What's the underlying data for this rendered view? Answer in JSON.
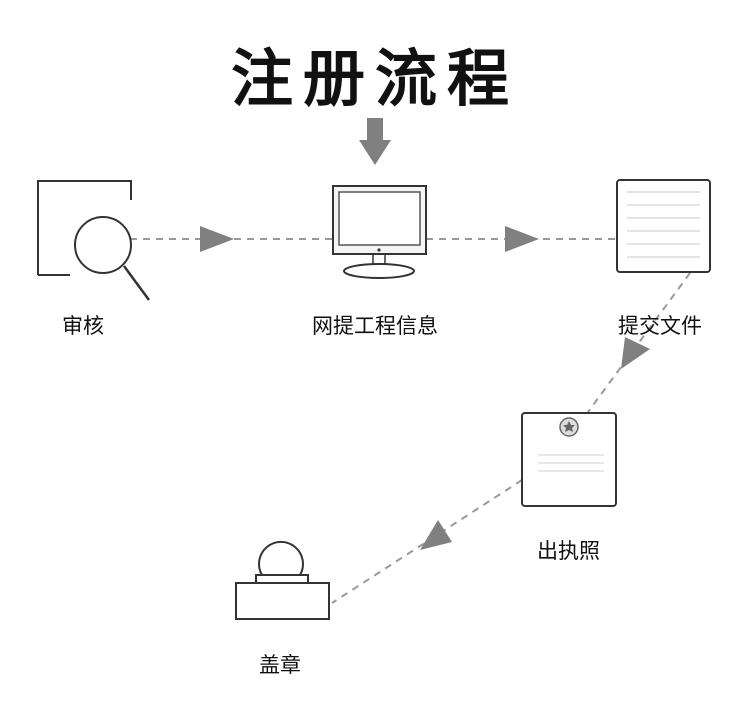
{
  "title": "注册流程",
  "steps": [
    {
      "id": "review",
      "label": "审核",
      "icon": "magnifier-icon"
    },
    {
      "id": "submit_info",
      "label": "网提工程信息",
      "icon": "monitor-icon"
    },
    {
      "id": "submit_docs",
      "label": "提交文件",
      "icon": "document-icon"
    },
    {
      "id": "license",
      "label": "出执照",
      "icon": "certificate-icon"
    },
    {
      "id": "stamp",
      "label": "盖章",
      "icon": "stamp-icon"
    }
  ],
  "colors": {
    "arrow": "#808080",
    "stroke": "#333333",
    "line": "#999999"
  }
}
